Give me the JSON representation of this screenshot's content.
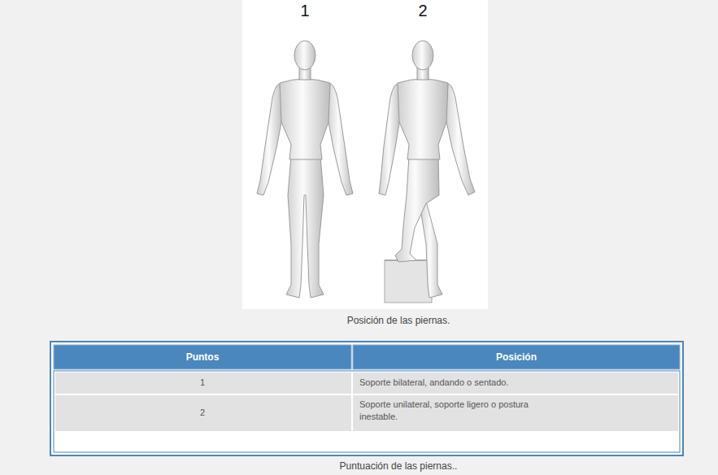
{
  "diagram": {
    "caption": "Puntuación de las piernas..",
    "labels": [
      "1",
      "2",
      "Posición de las piernas.",
      "Puntos",
      "Posición",
      "1",
      "Soporte bilateral, andando o sentado.",
      "2",
      "Soporte unilateral, soporte ligero o postura inestable."
    ]
  }
}
